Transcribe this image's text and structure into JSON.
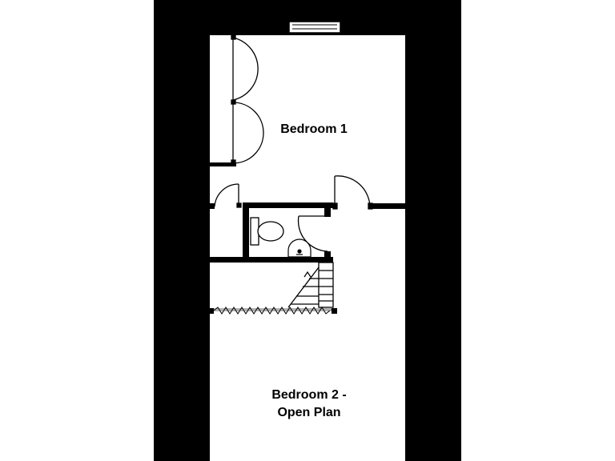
{
  "plan": {
    "rooms": [
      {
        "label": "Bedroom 1"
      },
      {
        "label_line1": "Bedroom 2 -",
        "label_line2": "Open Plan"
      }
    ],
    "colors": {
      "wall": "#000000",
      "floor": "#ffffff",
      "background": "#ffffff",
      "caption_fragment": "#cc0000"
    },
    "icons": [
      "toilet-icon",
      "basin-icon",
      "staircase-icon",
      "velux-window-icon",
      "bifold-screen-icon"
    ]
  }
}
